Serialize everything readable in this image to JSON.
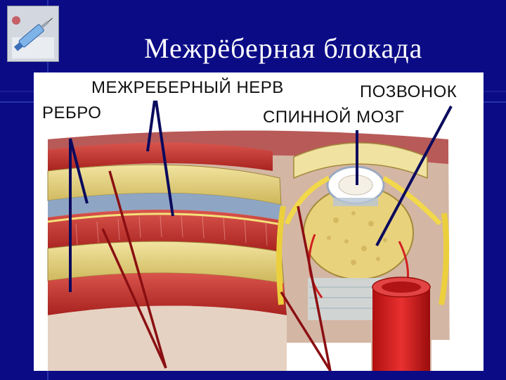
{
  "slide": {
    "title": "Межрёберная  блокада"
  },
  "figure": {
    "labels": {
      "intercostal_nerve": "МЕЖРЕБЕРНЫЙ НЕРВ",
      "vertebra": "ПОЗВОНОК",
      "rib": "РЕБРО",
      "spinal_cord": "СПИННОЙ МОЗГ"
    }
  },
  "colors": {
    "background": "#0b0b86",
    "title_text": "#ffffff",
    "pointer_line": "#0a0a5e",
    "injection_line": "#8a0f12",
    "bone": "#e8d88a",
    "muscle": "#c8302c",
    "artery": "#d01818"
  }
}
